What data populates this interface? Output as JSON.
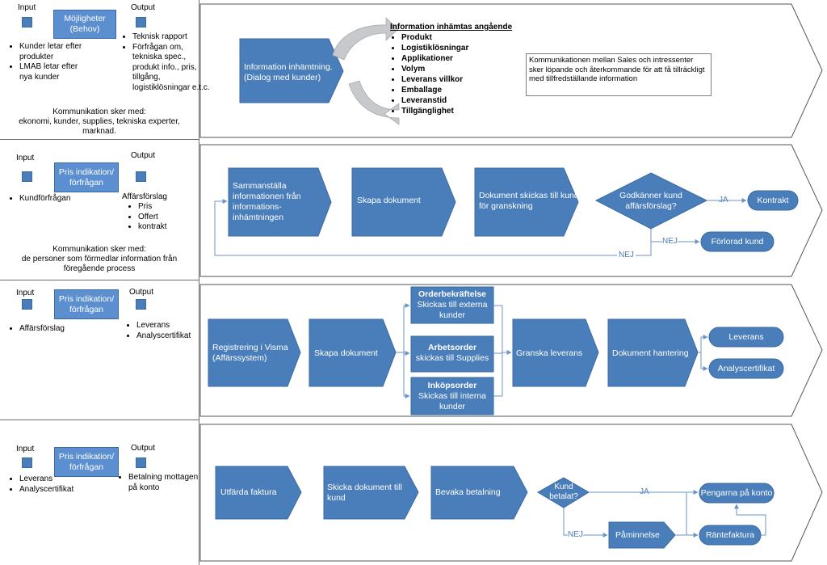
{
  "colors": {
    "shape_fill": "#4a7ebb",
    "shape_stroke": "#3a6aa0",
    "light_fill": "#5b8fd0",
    "arrow_gray": "#c7c9cc",
    "line_blue": "#6b93c6"
  },
  "rows": [
    {
      "input_label": "Input",
      "output_label": "Output",
      "process": "Möjligheter\n(Behov)",
      "inputs": [
        "Kunder letar efter produkter",
        "LMAB letar efter nya kunder"
      ],
      "outputs": [
        "Teknisk rapport",
        "Förfrågan om, tekniska spec., produkt info., pris, tillgång, logistiklösningar e.t.c."
      ],
      "communication": "Kommunikation sker med:\nekonomi, kunder, supplies, tekniska experter,\nmarknad.",
      "flow": {
        "box": "Information inhämtning.\n(Dialog med kunder)",
        "info_heading": "Information inhämtas angående",
        "info_items": [
          "Produkt",
          "Logistiklösningar",
          "Applikationer",
          "Volym",
          "Leverans villkor",
          "Emballage",
          "Leveranstid",
          "Tillgänglighet"
        ],
        "note": "Kommunikationen mellan Sales och intressenter sker löpande och återkommande för att få tillräckligt med tillfredställande information"
      }
    },
    {
      "input_label": "Input",
      "output_label": "Output",
      "process": "Pris indikation/\nförfrågan",
      "inputs": [
        "Kundförfrågan"
      ],
      "output_heading": "Affärsförslag",
      "outputs": [
        "Pris",
        "Offert",
        "kontrakt"
      ],
      "communication": "Kommunikation sker med:\nde personer som förmedlar information från\nföregående process",
      "flow": {
        "step1": "Sammanställa\ninformationen  från\ninformations-\ninhämtningen",
        "step2": "Skapa dokument",
        "step3": "Dokument skickas till kund\nför granskning",
        "decision": "Godkänner kund\naffärsförslag?",
        "yes": "JA",
        "no": "NEJ",
        "no_loop": "NEJ",
        "end_yes": "Kontrakt",
        "end_no": "Förlorad kund"
      }
    },
    {
      "input_label": "Input",
      "output_label": "Output",
      "process": "Pris indikation/\nförfrågan",
      "inputs": [
        "Affärsförslag"
      ],
      "outputs": [
        "Leverans",
        "Analyscertifikat"
      ],
      "flow": {
        "step1": "Registrering i Visma\n(Affärssystem)",
        "step2": "Skapa dokument",
        "branch1_title": "Orderbekräftelse",
        "branch1_text": "Skickas till externa\nkunder",
        "branch2_title": "Arbetsorder",
        "branch2_text": "skickas till Supplies",
        "branch3_title": "Inköpsorder",
        "branch3_text": "Skickas till interna\nkunder",
        "step3": "Granska leverans",
        "step4": "Dokument hantering",
        "end1": "Leverans",
        "end2": "Analyscertifikat"
      }
    },
    {
      "input_label": "Input",
      "output_label": "Output",
      "process": "Pris indikation/\nförfrågan",
      "inputs": [
        "Leverans",
        "Analyscertifikat"
      ],
      "outputs": [
        "Betalning mottagen på konto"
      ],
      "flow": {
        "step1": "Utfärda faktura",
        "step2": "Skicka dokument till\nkund",
        "step3": "Bevaka betalning",
        "decision": "Kund\nbetalat?",
        "yes": "JA",
        "no": "NEJ",
        "reminder": "Påminnelse",
        "interest": "Räntefaktura",
        "end": "Pengarna på konto"
      }
    }
  ]
}
